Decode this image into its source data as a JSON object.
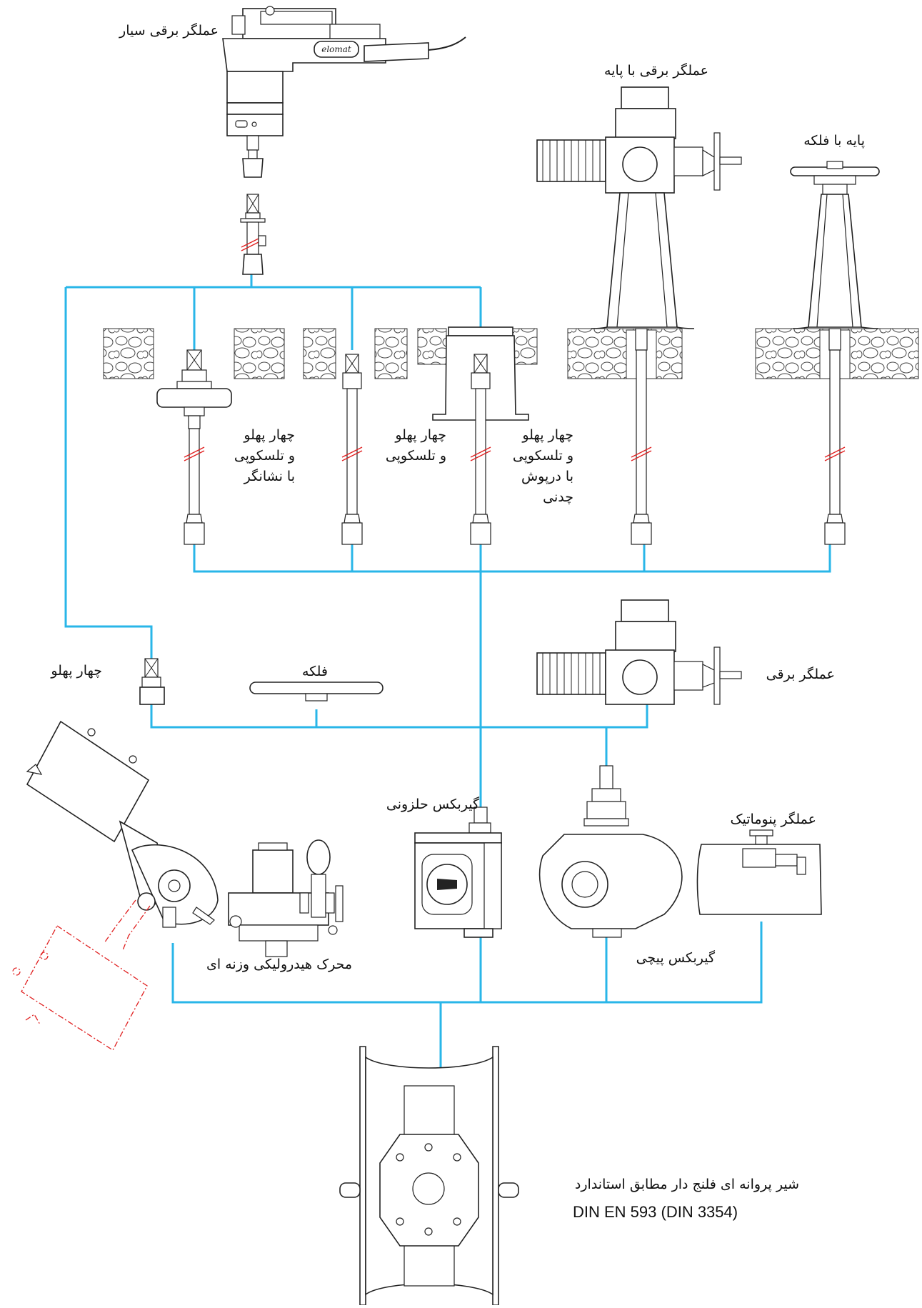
{
  "labels": {
    "portable_actuator": "عملگر برقی سیار",
    "actuator_with_pedestal": "عملگر برقی با پایه",
    "pedestal_with_handwheel": "پایه با فلکه",
    "square_telescopic_indicator": [
      "چهار پهلو",
      "و تلسکوپی",
      "با نشانگر"
    ],
    "square_telescopic": [
      "چهار پهلو",
      "و تلسکوپی"
    ],
    "square_telescopic_castiron": [
      "چهار پهلو",
      "و تلسکوپی",
      "با درپوش",
      "چدنی"
    ],
    "square": "چهار پهلو",
    "handwheel": "فلکه",
    "electric_actuator": "عملگر برقی",
    "worm_gearbox": "گیربکس حلزونی",
    "pneumatic_actuator": "عملگر پنوماتیک",
    "hydraulic_weight_drive": "محرک هیدرولیکی وزنه ای",
    "spur_gearbox": "گیربکس پیچی",
    "butterfly_valve": "شیر پروانه ای فلنج دار مطابق استاندارد",
    "standard": "DIN EN 593 (DIN 3354)"
  },
  "brand": "elomat",
  "colors": {
    "connector": "#29b6e8",
    "line": "#222222",
    "phantom": "#e02020"
  }
}
